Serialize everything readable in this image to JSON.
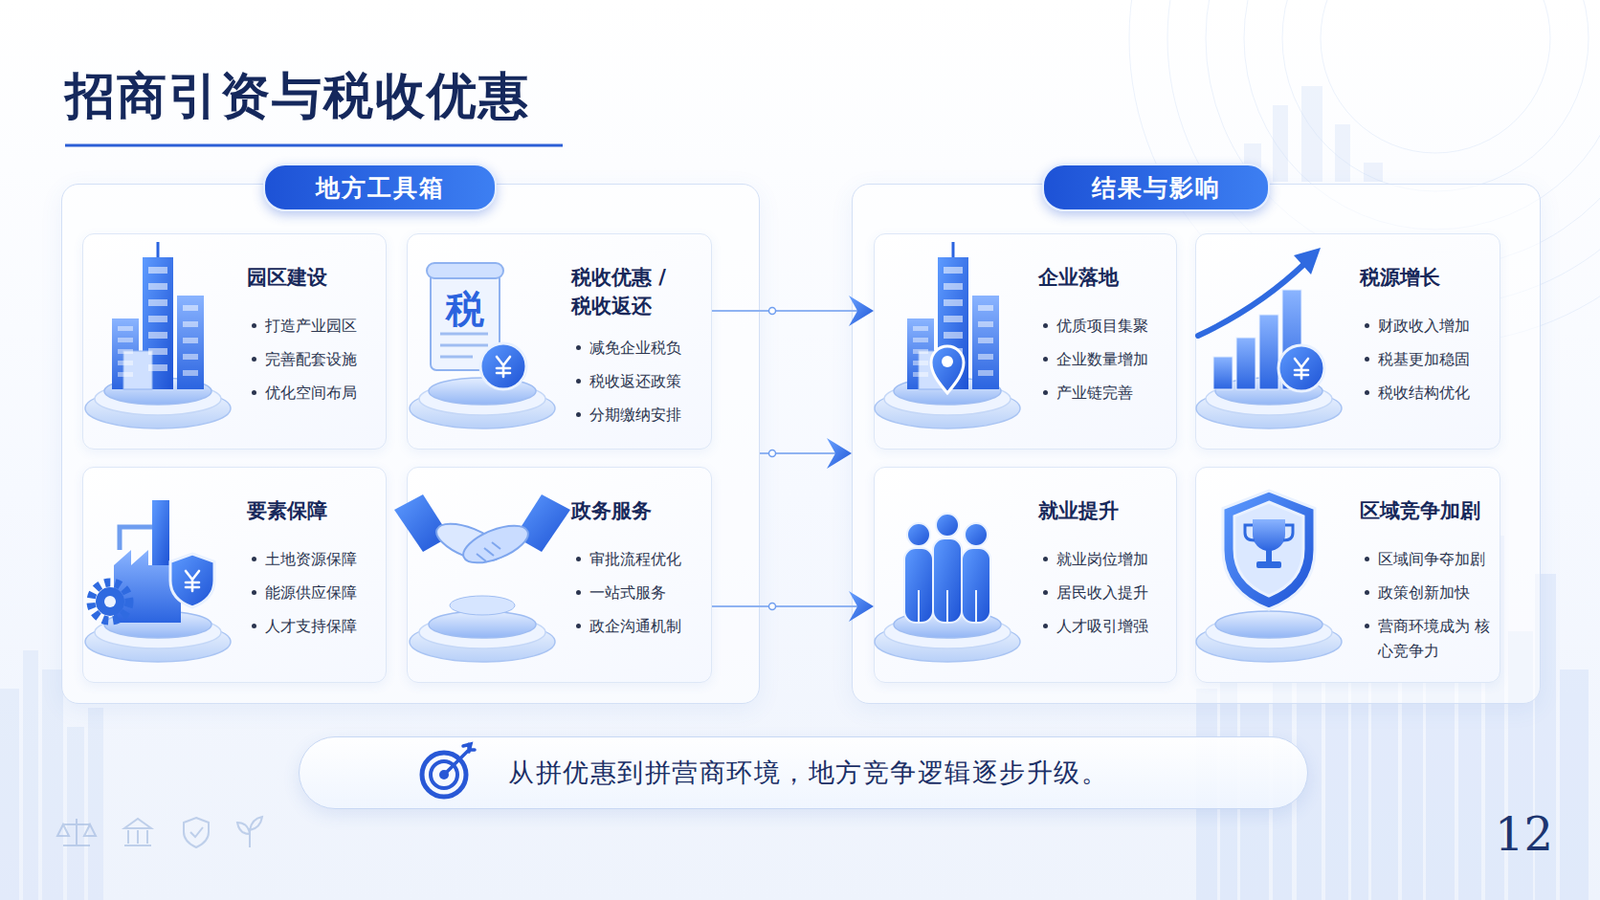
{
  "diagram": {
    "title": "招商引资与税收优惠",
    "nodes": [
      {
        "text": [
          "地方工具箱"
        ]
      },
      {
        "text": [
          "园区建设",
          "打造产业园区",
          "完善配套设施",
          "优化空间布局"
        ],
        "in": 0
      },
      {
        "text": [
          "税收优惠 / 税收返还",
          "减免企业税负",
          "税收返还政策",
          "分期缴纳安排"
        ],
        "in": 0
      },
      {
        "text": [
          "要素保障",
          "土地资源保障",
          "能源供应保障",
          "人才支持保障"
        ],
        "in": 0
      },
      {
        "text": [
          "政务服务",
          "审批流程优化",
          "一站式服务",
          "政企沟通机制"
        ],
        "in": 0
      },
      {
        "text": [
          "结果与影响"
        ]
      },
      {
        "text": [
          "企业落地",
          "优质项目集聚",
          "企业数量增加",
          "产业链完善"
        ],
        "in": 5
      },
      {
        "text": [
          "税源增长",
          "财政收入增加",
          "税基更加稳固",
          "税收结构优化"
        ],
        "in": 5
      },
      {
        "text": [
          "就业提升",
          "就业岗位增加",
          "居民收入提升",
          "人才吸引增强"
        ],
        "in": 5
      },
      {
        "text": [
          "区域竞争加剧",
          "区域间争夺加剧",
          "政策创新加快",
          "营商环境成为 核心竞争力"
        ],
        "in": 5
      },
      {
        "text": [
          "从拼优惠到拼营商环境，地方竞争逻辑逐步升级。"
        ]
      }
    ],
    "edges": [
      {
        "from": 2,
        "to": 6,
        "arrow": "to"
      },
      {
        "from": 0,
        "to": 5,
        "arrow": "to"
      },
      {
        "from": 4,
        "to": 8,
        "arrow": "to"
      }
    ],
    "labels": [
      "税",
      "12"
    ]
  }
}
